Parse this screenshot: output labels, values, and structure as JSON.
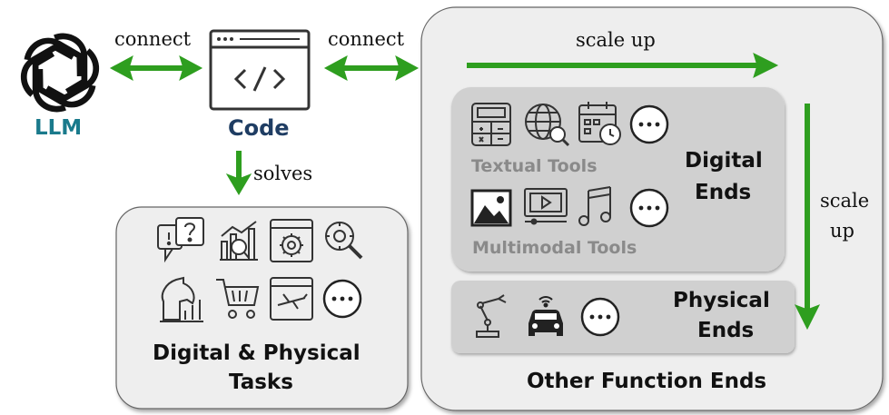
{
  "nodes": {
    "llm": "LLM",
    "code": "Code",
    "tasks_line1": "Digital & Physical",
    "tasks_line2": "Tasks",
    "textual_tools": "Textual Tools",
    "multimodal_tools": "Multimodal Tools",
    "digital_ends_line1": "Digital",
    "digital_ends_line2": "Ends",
    "physical_ends_line1": "Physical",
    "physical_ends_line2": "Ends",
    "other_function_ends": "Other Function Ends"
  },
  "edges": {
    "connect_left": "connect",
    "connect_right": "connect",
    "solves": "solves",
    "scale_up_top": "scale up",
    "scale_up_side_line1": "scale",
    "scale_up_side_line2": "up"
  },
  "colors": {
    "arrow_green": "#2e9e1f",
    "llm_teal": "#1a7a8c",
    "code_navy": "#1f3d63",
    "tools_gray_text": "#8a8a8a",
    "panel_gray": "#eeeeee",
    "inner_panel_gray": "#cfcfcf",
    "icon_dark": "#333333"
  },
  "icons": [
    "openai-logo-icon",
    "code-window-icon",
    "question-bubble-icon",
    "chart-search-icon",
    "gear-window-icon",
    "gear-search-icon",
    "chess-knight-icon",
    "shopping-cart-icon",
    "flight-window-icon",
    "more-icon",
    "calculator-icon",
    "globe-search-icon",
    "calendar-clock-icon",
    "image-icon",
    "video-player-icon",
    "music-note-icon",
    "robot-arm-icon",
    "autonomous-car-icon"
  ]
}
